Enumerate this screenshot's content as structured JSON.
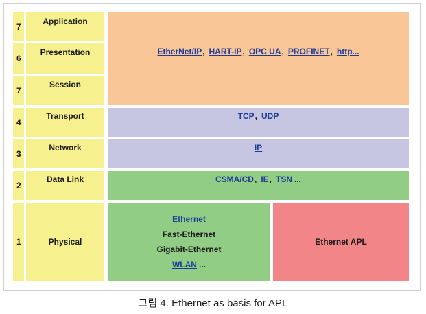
{
  "layers": [
    {
      "num": "7",
      "name": "Application"
    },
    {
      "num": "6",
      "name": "Presentation"
    },
    {
      "num": "7",
      "name": "Session"
    },
    {
      "num": "4",
      "name": "Transport"
    },
    {
      "num": "3",
      "name": "Network"
    },
    {
      "num": "2",
      "name": "Data Link"
    },
    {
      "num": "1",
      "name": "Physical"
    }
  ],
  "upper_protocols": [
    "EtherNet/IP",
    "HART-IP",
    "OPC UA",
    "PROFINET",
    "http..."
  ],
  "transport_protocols": [
    "TCP",
    "UDP"
  ],
  "network_protocols": [
    "IP"
  ],
  "datalink_protocols": [
    "CSMA/CD",
    "IE",
    "TSN"
  ],
  "datalink_tail": "...",
  "physical": {
    "ethernet": "Ethernet",
    "fast_ethernet": "Fast-Ethernet",
    "gigabit_ethernet": "Gigabit-Ethernet",
    "wlan": "WLAN",
    "wlan_tail": "...",
    "apl": "Ethernet APL"
  },
  "caption": "그림 4. Ethernet as basis for APL",
  "colors": {
    "layer_column": "#f6f18e",
    "upper_layers": "#f9c697",
    "transport_network": "#c6c6e2",
    "datalink_physical": "#92cd86",
    "apl": "#f18588",
    "link": "#1f3b9a"
  }
}
